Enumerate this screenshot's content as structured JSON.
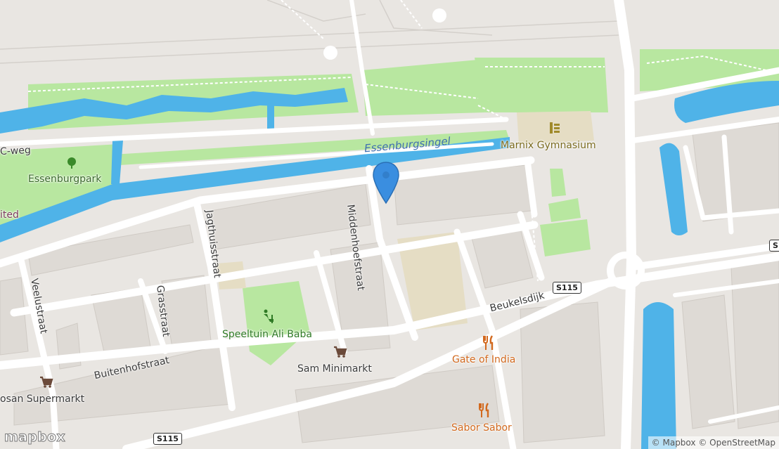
{
  "water_labels": {
    "essenburgsingel": "Essenburgsingel"
  },
  "streets": {
    "cweg": "C-weg",
    "middenhoefstraat": "Middenhoefstraat",
    "jagthuisstraat": "Jagthuisstraat",
    "grasstraat": "Grasstraat",
    "veelustraat": "Veelustraat",
    "buitenhofstraat": "Buitenhofstraat",
    "beukelsdijk": "Beukelsdijk"
  },
  "pois": {
    "essenburgpark": {
      "label": "Essenburgpark",
      "icon": "tree-icon"
    },
    "marnix": {
      "label": "Marnix Gymnasium",
      "icon": "school-icon"
    },
    "speeltuin": {
      "label": "Speeltuin Ali Baba",
      "icon": "playground-icon"
    },
    "sam": {
      "label": "Sam Minimarkt",
      "icon": "shopping-cart-icon"
    },
    "gate": {
      "label": "Gate of India",
      "icon": "restaurant-icon"
    },
    "sabor": {
      "label": "Sabor Sabor",
      "icon": "restaurant-icon"
    },
    "supermarkt": {
      "label": "osan Supermarkt",
      "icon": "shopping-cart-icon"
    },
    "united": {
      "label": "ited"
    }
  },
  "road_shields": {
    "s115_a": "S115",
    "s115_b": "S115",
    "s_right": "S"
  },
  "attribution": {
    "mapbox": "© Mapbox",
    "osm": "© OpenStreetMap"
  },
  "logo": "mapbox",
  "colors": {
    "water": "#4fb3e8",
    "park": "#b8e7a0",
    "land": "#e9e6e2",
    "road": "#ffffff",
    "building": "#dedad5",
    "school": "#e5ddc4",
    "poi_orange": "#d2691e",
    "poi_olive": "#7a6a1e",
    "poi_green": "#3a8a2a",
    "poi_brown": "#6b4a3a",
    "marker": "#3a8ee0"
  }
}
